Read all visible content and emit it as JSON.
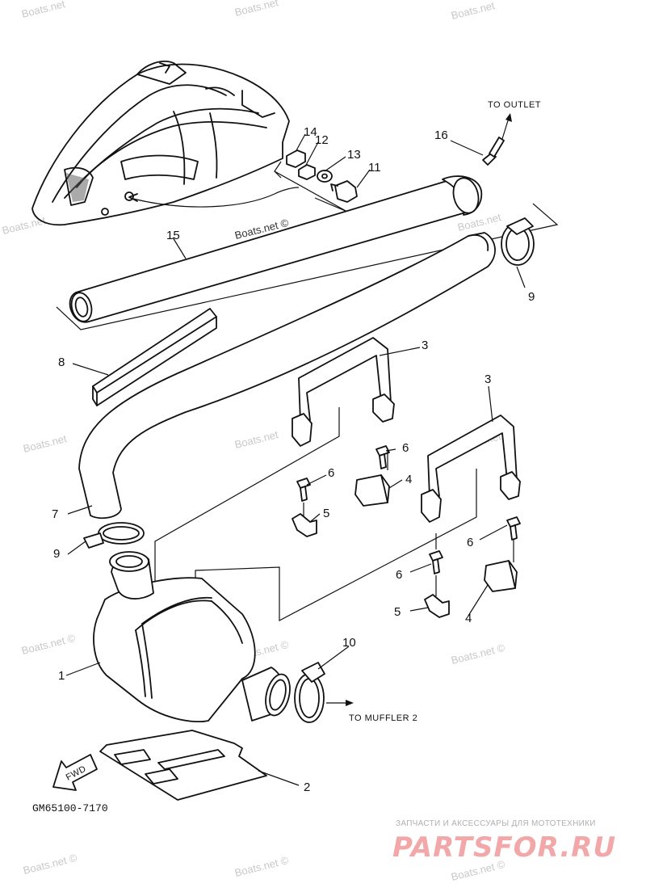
{
  "watermarks": {
    "corner": "Boats.net",
    "center": "Boats.net ©",
    "repeat": "Boats.net ©"
  },
  "notes": {
    "to_outlet": "TO OUTLET",
    "to_muffler": "TO MUFFLER 2",
    "fwd": "FWD"
  },
  "diagram_code": "GM65100-7170",
  "brand": {
    "subtitle": "ЗАПЧАСТИ И АКСЕССУАРЫ ДЛЯ МОТОТЕХНИКИ",
    "name": "PARTSFOR.RU"
  },
  "callouts": {
    "p1": "1",
    "p2": "2",
    "p3a": "3",
    "p3b": "3",
    "p4a": "4",
    "p4b": "4",
    "p5a": "5",
    "p5b": "5",
    "p6a": "6",
    "p6b": "6",
    "p6c": "6",
    "p6d": "6",
    "p7": "7",
    "p8": "8",
    "p9a": "9",
    "p9b": "9",
    "p10": "10",
    "p11": "11",
    "p12": "12",
    "p13": "13",
    "p14": "14",
    "p15": "15",
    "p16": "16"
  }
}
